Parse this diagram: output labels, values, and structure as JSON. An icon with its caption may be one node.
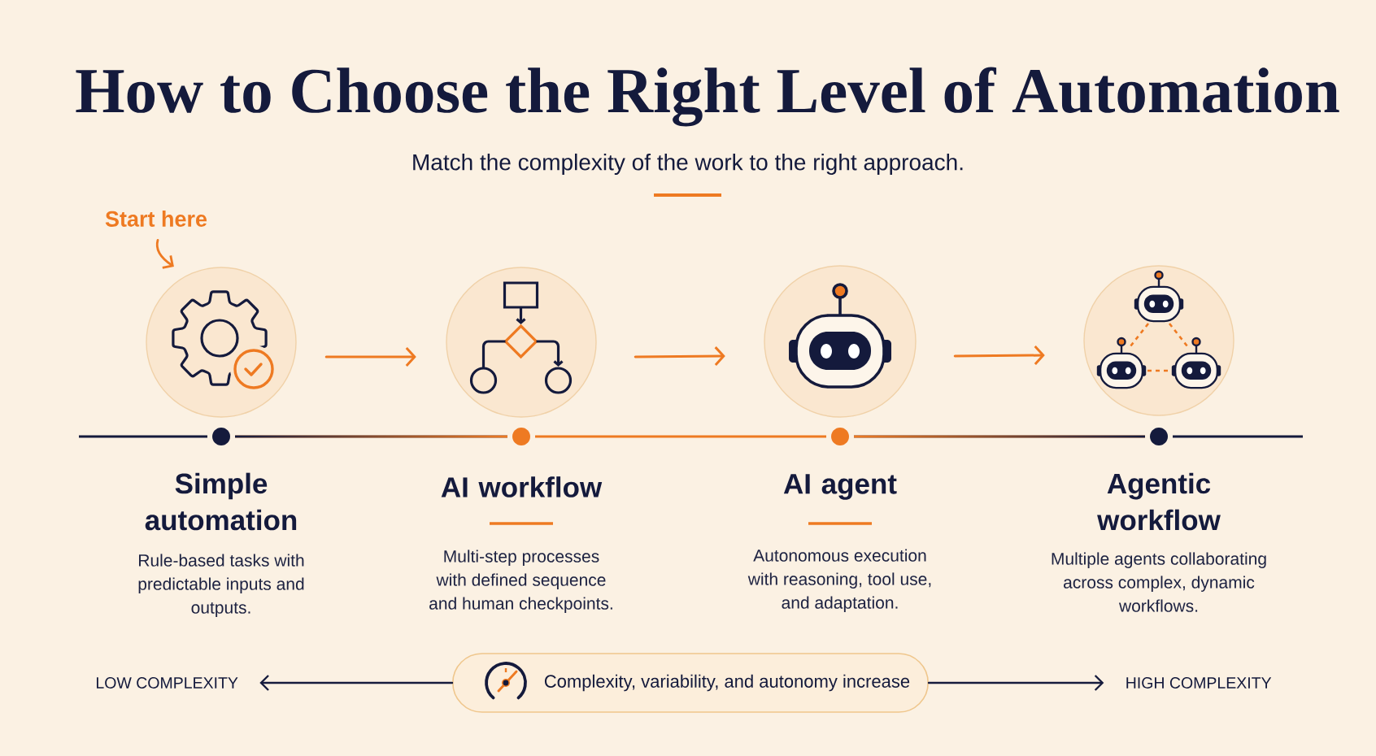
{
  "diagram": {
    "title": "How to Choose the Right Level of Automation",
    "nodes": [
      {
        "text": [
          "Start here"
        ]
      },
      {
        "text": [],
        "shape": "circle",
        "beside": [
          "Simple automation",
          "Rule-based tasks with predictable inputs and outputs."
        ]
      },
      {
        "text": [],
        "shape": "circle",
        "beside": [
          "AI workflow",
          "Multi-step processes with defined sequence and human checkpoints."
        ]
      },
      {
        "text": [],
        "shape": "circle",
        "beside": [
          "AI agent",
          "Autonomous execution with reasoning, tool use, and adaptation."
        ]
      },
      {
        "text": [],
        "shape": "circle",
        "beside": [
          "Agentic workflow",
          "Multiple agents collaborating across complex, dynamic workflows."
        ]
      },
      {
        "text": [
          "LOW COMPLEXITY"
        ]
      },
      {
        "text": [
          "Complexity, variability, and autonomy increase"
        ]
      },
      {
        "text": [
          "HIGH COMPLEXITY"
        ]
      }
    ],
    "edges": [
      {
        "from": 0,
        "to": 1,
        "arrow": "to"
      },
      {
        "from": 1,
        "to": 2,
        "arrow": "to"
      },
      {
        "from": 2,
        "to": 3,
        "arrow": "to"
      },
      {
        "from": 3,
        "to": 4,
        "arrow": "to"
      },
      {
        "from": 6,
        "to": 5,
        "arrow": "to",
        "color": "#161b3d"
      },
      {
        "from": 6,
        "to": 7,
        "arrow": "to",
        "color": "#161b3d"
      }
    ],
    "labels": [
      "Match the complexity of the work to the right approach."
    ]
  }
}
